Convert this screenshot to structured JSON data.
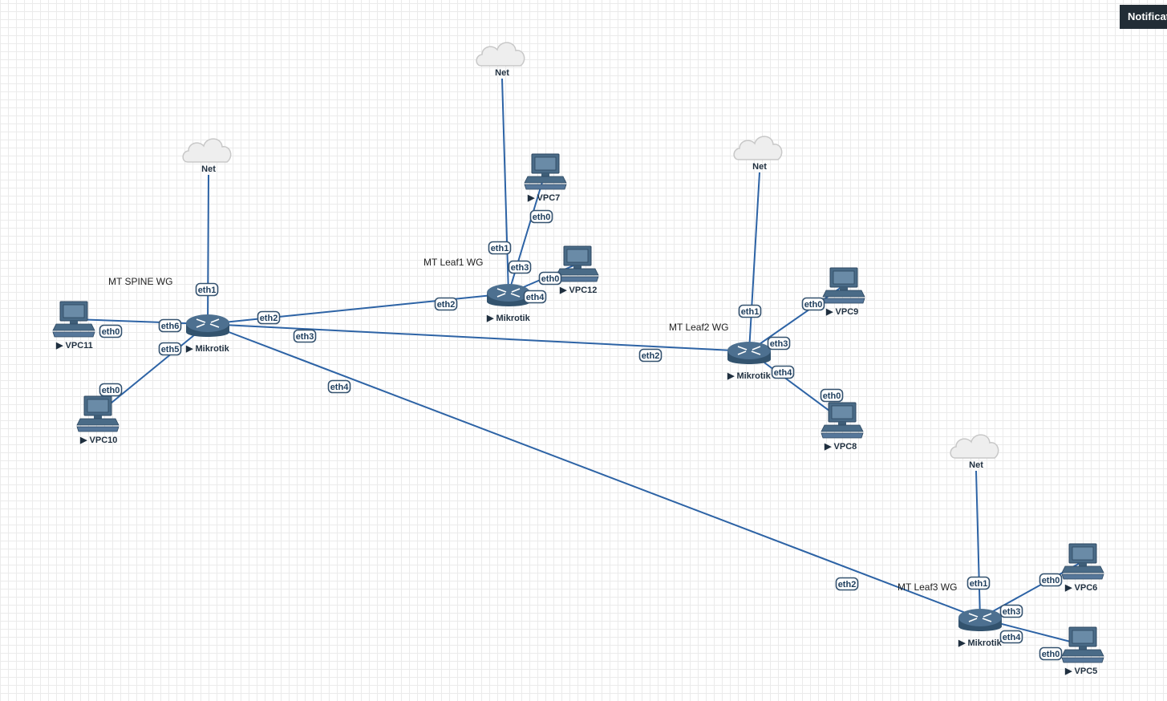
{
  "notification": {
    "label": "Notifications"
  },
  "colors": {
    "link": "#2d63a5",
    "device": "#4a6b87",
    "cloud": "#eeeeee"
  },
  "labels": [
    {
      "id": "spine",
      "text": "MT SPINE WG"
    },
    {
      "id": "leaf1",
      "text": "MT Leaf1 WG"
    },
    {
      "id": "leaf2",
      "text": "MT Leaf2 WG"
    },
    {
      "id": "leaf3",
      "text": "MT Leaf3 WG"
    }
  ],
  "nodes": [
    {
      "id": "net1",
      "type": "cloud",
      "label": "Net"
    },
    {
      "id": "net2",
      "type": "cloud",
      "label": "Net"
    },
    {
      "id": "net3",
      "type": "cloud",
      "label": "Net"
    },
    {
      "id": "net4",
      "type": "cloud",
      "label": "Net"
    },
    {
      "id": "spine",
      "type": "router",
      "label": "Mikrotik"
    },
    {
      "id": "leaf1",
      "type": "router",
      "label": "Mikrotik"
    },
    {
      "id": "leaf2",
      "type": "router",
      "label": "Mikrotik"
    },
    {
      "id": "leaf3",
      "type": "router",
      "label": "Mikrotik"
    },
    {
      "id": "vpc11",
      "type": "pc",
      "label": "VPC11"
    },
    {
      "id": "vpc10",
      "type": "pc",
      "label": "VPC10"
    },
    {
      "id": "vpc7",
      "type": "pc",
      "label": "VPC7"
    },
    {
      "id": "vpc12",
      "type": "pc",
      "label": "VPC12"
    },
    {
      "id": "vpc9",
      "type": "pc",
      "label": "VPC9"
    },
    {
      "id": "vpc8",
      "type": "pc",
      "label": "VPC8"
    },
    {
      "id": "vpc6",
      "type": "pc",
      "label": "VPC6"
    },
    {
      "id": "vpc5",
      "type": "pc",
      "label": "VPC5"
    }
  ],
  "links": [
    {
      "from": "spine",
      "to": "net1",
      "from_port": "eth1"
    },
    {
      "from": "spine",
      "to": "vpc11",
      "from_port": "eth6",
      "to_port": "eth0"
    },
    {
      "from": "spine",
      "to": "vpc10",
      "from_port": "eth5",
      "to_port": "eth0"
    },
    {
      "from": "spine",
      "to": "leaf1",
      "from_port": "eth2",
      "to_port": "eth2"
    },
    {
      "from": "spine",
      "to": "leaf2",
      "from_port": "eth3",
      "to_port": "eth2"
    },
    {
      "from": "spine",
      "to": "leaf3",
      "from_port": "eth4",
      "to_port": "eth2"
    },
    {
      "from": "leaf1",
      "to": "net2",
      "from_port": "eth1"
    },
    {
      "from": "leaf1",
      "to": "vpc7",
      "from_port": "eth3",
      "to_port": "eth0"
    },
    {
      "from": "leaf1",
      "to": "vpc12",
      "from_port": "eth4",
      "to_port": "eth0"
    },
    {
      "from": "leaf2",
      "to": "net3",
      "from_port": "eth1"
    },
    {
      "from": "leaf2",
      "to": "vpc9",
      "from_port": "eth3",
      "to_port": "eth0"
    },
    {
      "from": "leaf2",
      "to": "vpc8",
      "from_port": "eth4",
      "to_port": "eth0"
    },
    {
      "from": "leaf3",
      "to": "net4",
      "from_port": "eth1"
    },
    {
      "from": "leaf3",
      "to": "vpc6",
      "from_port": "eth3",
      "to_port": "eth0"
    },
    {
      "from": "leaf3",
      "to": "vpc5",
      "from_port": "eth4",
      "to_port": "eth0"
    }
  ]
}
